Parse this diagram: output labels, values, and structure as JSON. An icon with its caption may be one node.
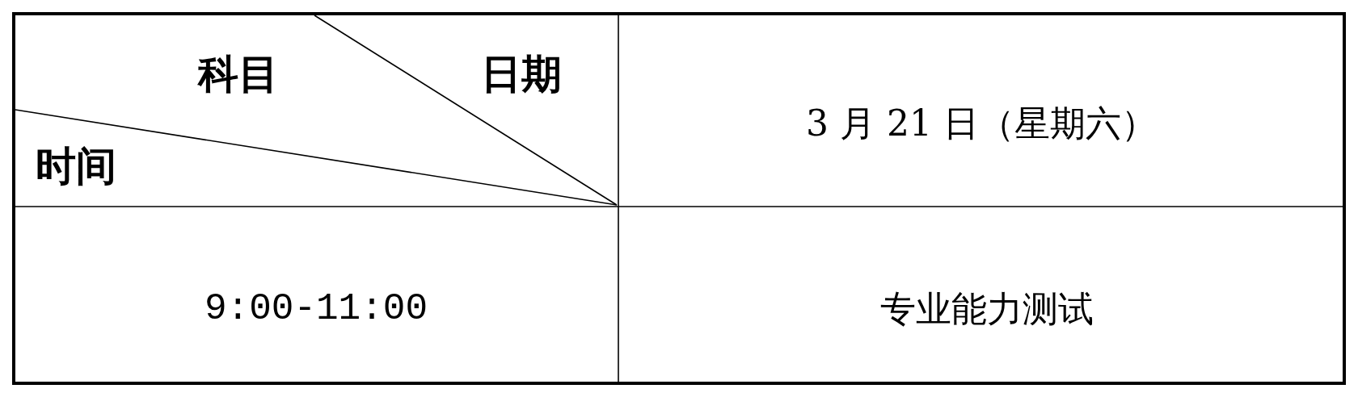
{
  "diagram": {
    "labels": [
      "科目",
      "日期",
      "时间",
      "3 月 21 日（星期六）",
      "9:00-11:00",
      "专业能力测试"
    ]
  }
}
